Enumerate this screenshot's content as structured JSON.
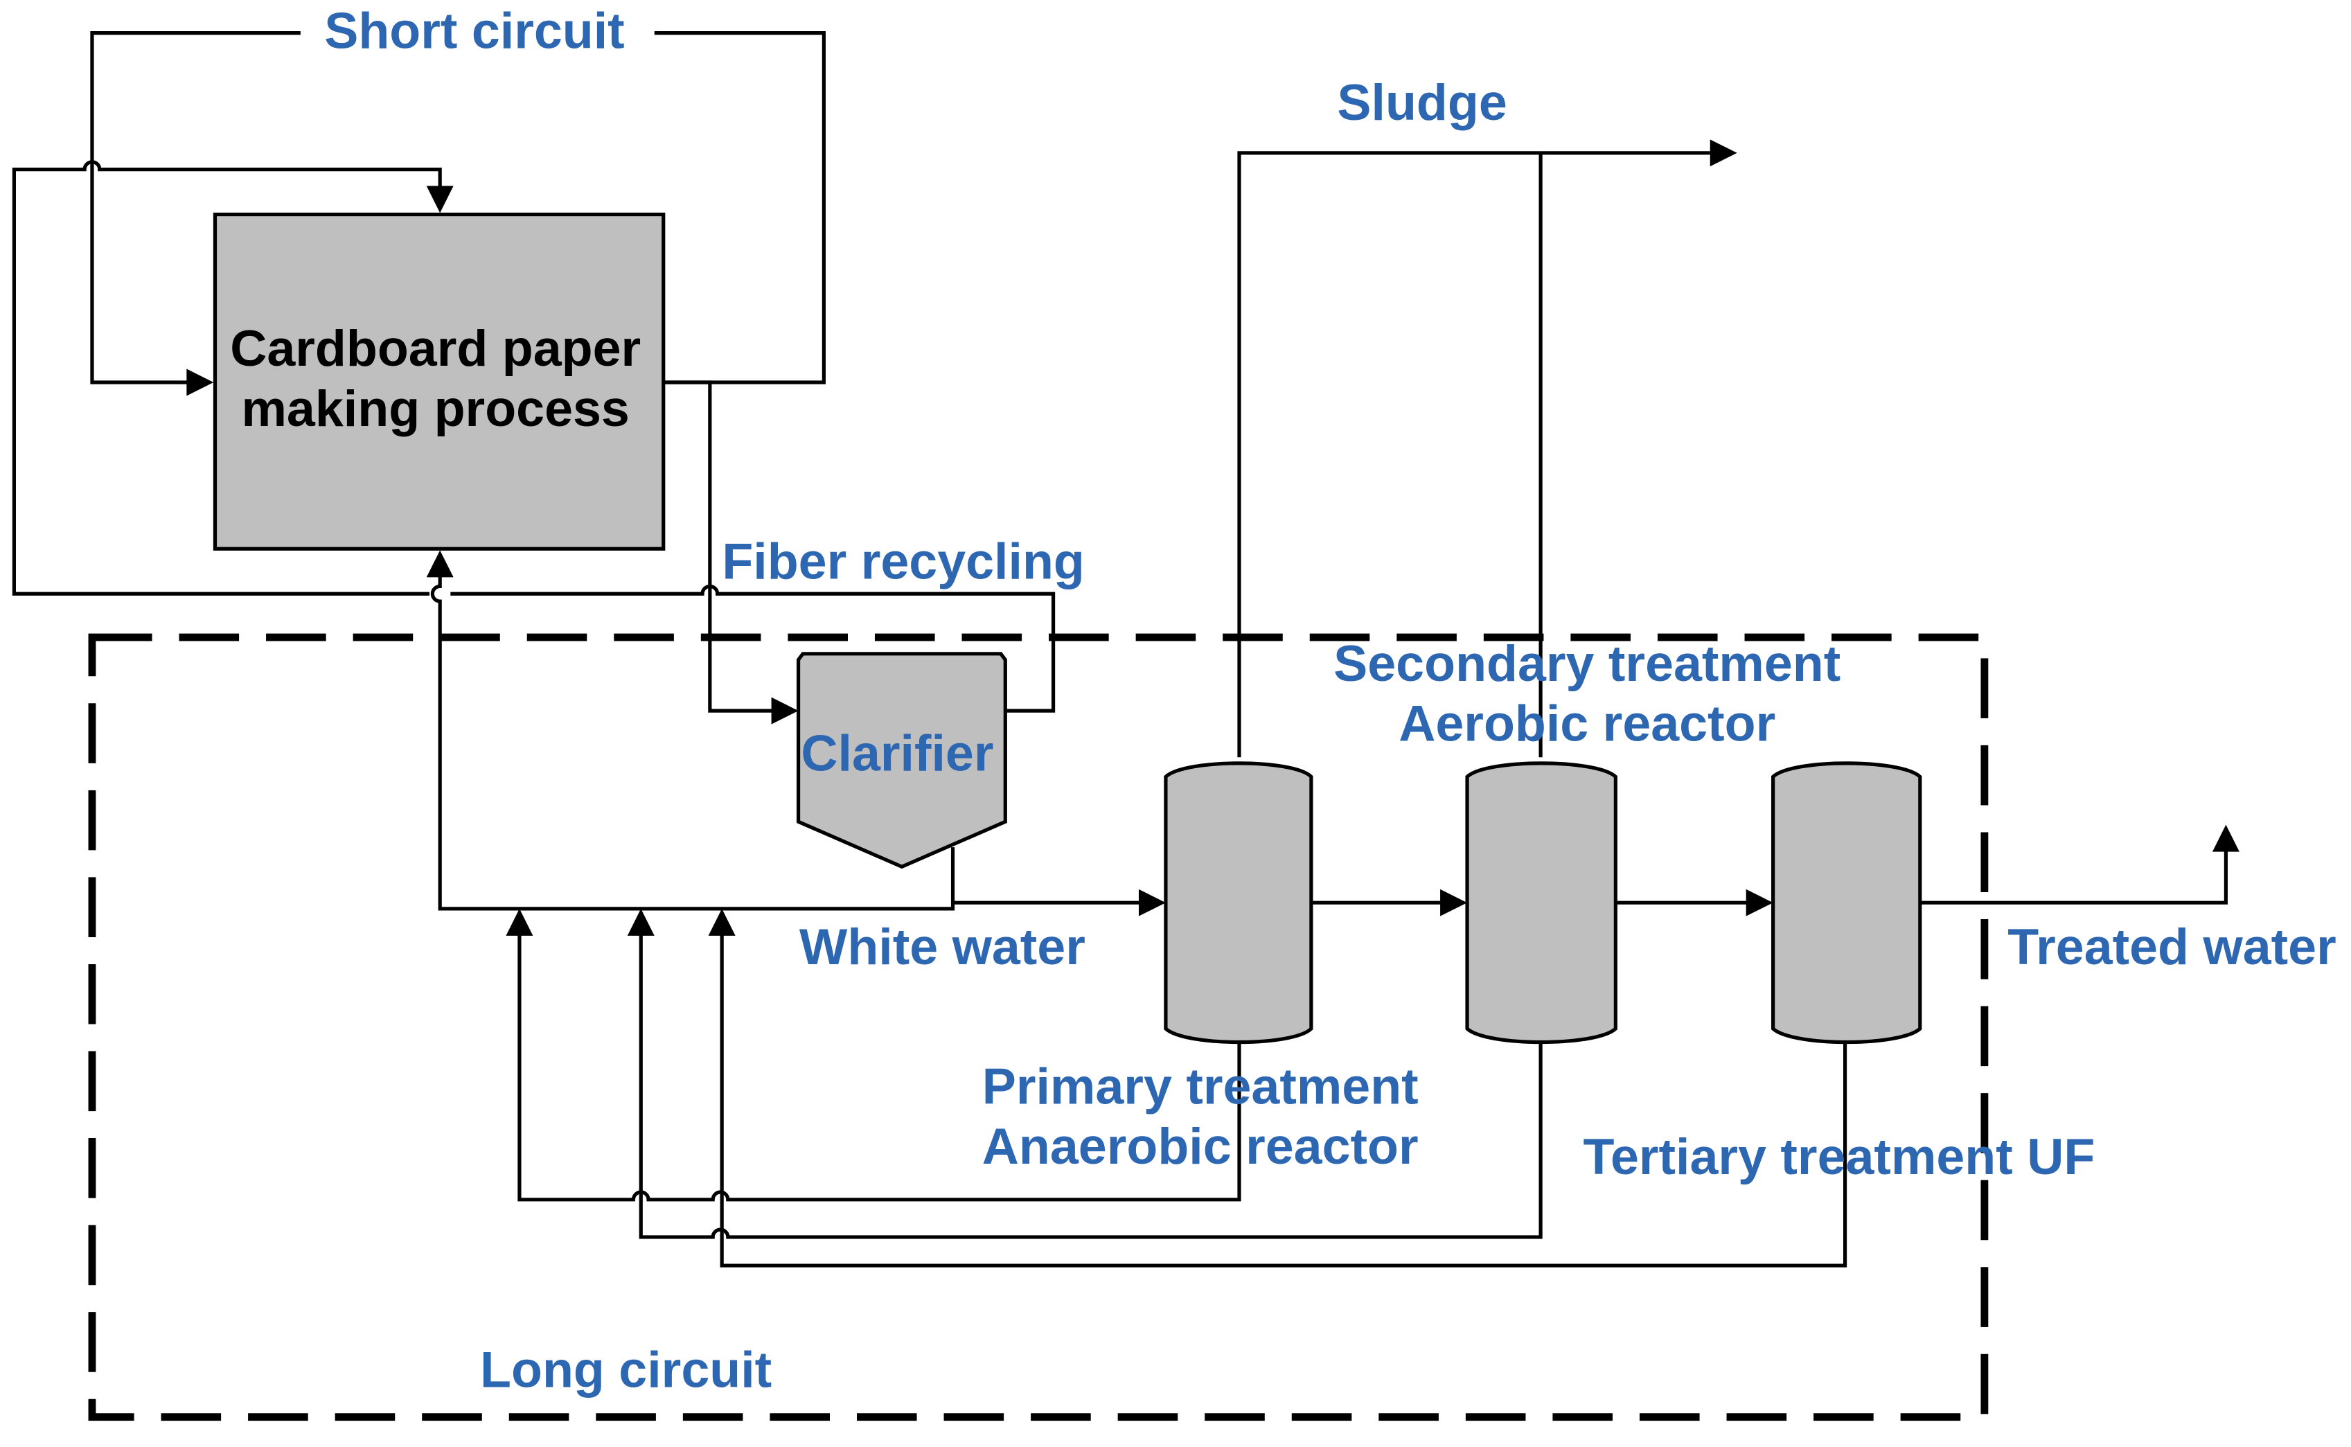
{
  "labels": {
    "short_circuit": "Short circuit",
    "process_line1": "Cardboard paper",
    "process_line2": "making process",
    "sludge": "Sludge",
    "fiber_recycling": "Fiber recycling",
    "clarifier": "Clarifier",
    "secondary_line1": "Secondary treatment",
    "secondary_line2": "Aerobic reactor",
    "white_water": "White water",
    "treated_water": "Treated water",
    "primary_line1": "Primary treatment",
    "primary_line2": "Anaerobic reactor",
    "tertiary": "Tertiary treatment UF",
    "long_circuit": "Long circuit"
  },
  "colors": {
    "label_blue": "#2e67b1",
    "unit_fill": "#bfbfbf",
    "line": "#000000"
  }
}
